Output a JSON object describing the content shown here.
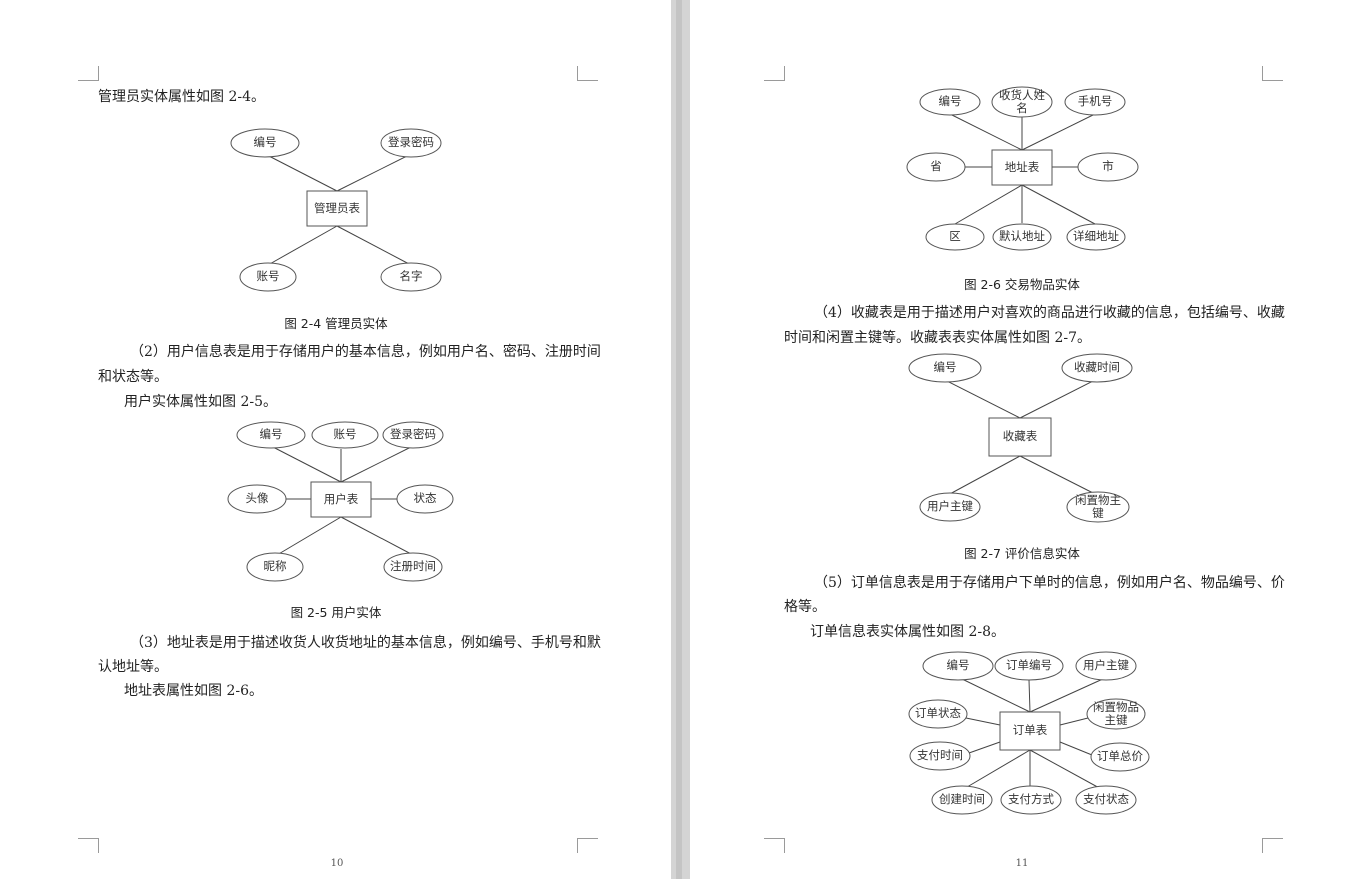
{
  "left_page": {
    "intro_fig4": "管理员实体属性如图 2-4。",
    "fig4": {
      "entity": "管理员表",
      "attrs": [
        "编号",
        "登录密码",
        "账号",
        "名字"
      ],
      "caption": "图 2-4  管理员实体"
    },
    "para2_line1": "（2）用户信息表是用于存储用户的基本信息，例如用户名、密码、注册时间",
    "para2_line2": "和状态等。",
    "intro_fig5": "用户实体属性如图 2-5。",
    "fig5": {
      "entity": "用户表",
      "attrs": [
        "编号",
        "账号",
        "登录密码",
        "头像",
        "状态",
        "昵称",
        "注册时间"
      ],
      "caption": "图 2-5  用户实体"
    },
    "para3_line1": "（3）地址表是用于描述收货人收货地址的基本信息，例如编号、手机号和默",
    "para3_line2": "认地址等。",
    "intro_fig6": "地址表属性如图 2-6。",
    "page_number": "10"
  },
  "right_page": {
    "fig6": {
      "entity": "地址表",
      "attrs": [
        "编号",
        "收货人姓",
        "名",
        "手机号",
        "省",
        "市",
        "区",
        "默认地址",
        "详细地址"
      ],
      "caption": "图 2-6  交易物品实体"
    },
    "para4_line1": "（4）收藏表是用于描述用户对喜欢的商品进行收藏的信息，包括编号、收藏",
    "para4_line2": "时间和闲置主键等。收藏表表实体属性如图 2-7。",
    "fig7": {
      "entity": "收藏表",
      "attrs": [
        "编号",
        "收藏时间",
        "用户主键",
        "闲置物主",
        "键"
      ],
      "caption": "图 2-7  评价信息实体"
    },
    "para5_line1": "（5）订单信息表是用于存储用户下单时的信息，例如用户名、物品编号、价",
    "para5_line2": "格等。",
    "intro_fig8": "订单信息表实体属性如图 2-8。",
    "fig8": {
      "entity": "订单表",
      "attrs": [
        "编号",
        "订单编号",
        "用户主键",
        "订单状态",
        "闲置物品",
        "主键",
        "支付时间",
        "订单总价",
        "创建时间",
        "支付方式",
        "支付状态"
      ]
    },
    "page_number": "11"
  }
}
